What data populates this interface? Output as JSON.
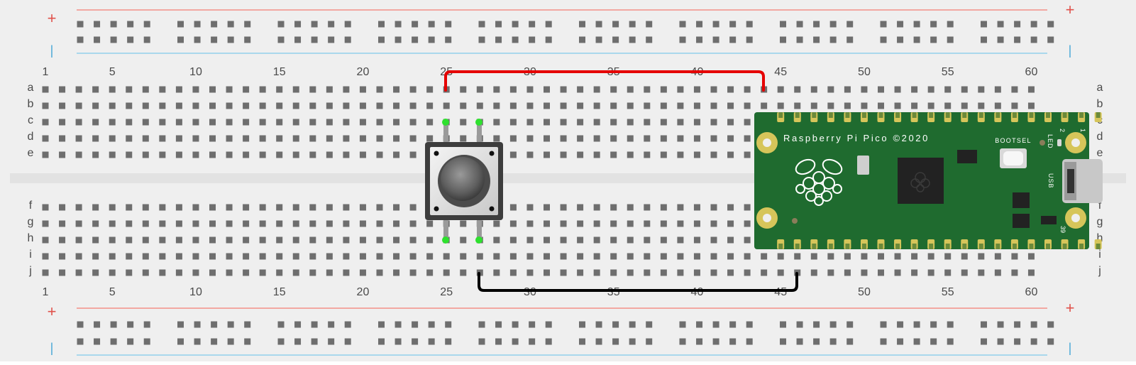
{
  "breadboard": {
    "columns": 60,
    "column_labels": [
      "1",
      "5",
      "10",
      "15",
      "20",
      "25",
      "30",
      "35",
      "40",
      "45",
      "50",
      "55",
      "60"
    ],
    "rows_top": [
      "a",
      "b",
      "c",
      "d",
      "e"
    ],
    "rows_bottom": [
      "f",
      "g",
      "h",
      "i",
      "j"
    ],
    "rail_plus": "+",
    "rail_minus": "|",
    "colors": {
      "board": "#efefef",
      "hole": "#6e6e6e",
      "rail_red": "#f2a8a2",
      "rail_blue": "#a9d8ec",
      "plus": "#e0524b",
      "minus": "#4aa8d6"
    }
  },
  "pico": {
    "title": "Raspberry Pi Pico ©2020",
    "bootsel": "BOOTSEL",
    "led": "LED",
    "usb": "USB",
    "pin1": "1",
    "pin2": "2",
    "pin39": "39",
    "colors": {
      "board": "#1f6b2f",
      "pad": "#d6c55a",
      "chip": "#222222"
    }
  },
  "wires": [
    {
      "name": "red-wire",
      "color": "#e50000"
    },
    {
      "name": "black-wire",
      "color": "#000000"
    }
  ],
  "button": {
    "name": "push-button",
    "lead_color": "#2ee02e"
  }
}
